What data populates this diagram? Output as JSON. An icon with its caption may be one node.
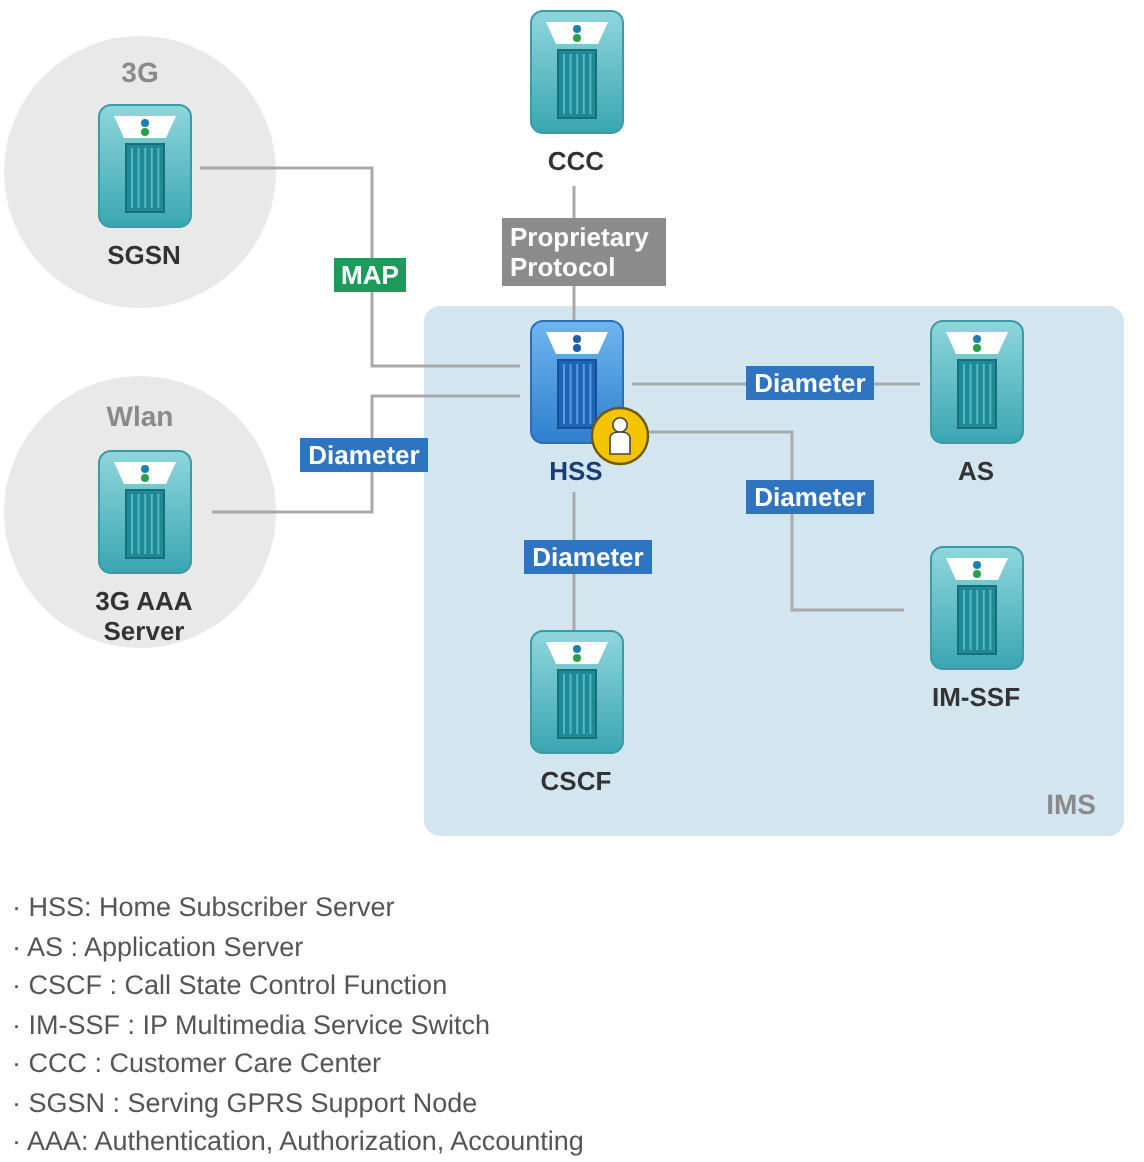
{
  "diagram": {
    "nodes": [
      {
        "text": [
          "3G"
        ]
      },
      {
        "text": [
          "SGSN"
        ],
        "in": 0
      },
      {
        "text": [
          "Wlan"
        ]
      },
      {
        "text": [
          "3G AAA Server"
        ],
        "in": 2
      },
      {
        "text": [
          "IMS"
        ]
      },
      {
        "text": [
          "HSS"
        ],
        "in": 4
      },
      {
        "text": [
          "AS"
        ],
        "in": 4
      },
      {
        "text": [
          "CSCF"
        ],
        "in": 4
      },
      {
        "text": [
          "IM-SSF"
        ],
        "in": 4
      },
      {
        "text": [
          "CCC"
        ]
      }
    ],
    "edges": [
      {
        "from": 1,
        "to": 5,
        "arrow": "none",
        "label": "MAP"
      },
      {
        "from": 3,
        "to": 5,
        "arrow": "none",
        "label": "Diameter"
      },
      {
        "from": 9,
        "to": 5,
        "arrow": "none",
        "label": "Proprietary Protocol"
      },
      {
        "from": 5,
        "to": 6,
        "arrow": "none",
        "label": "Diameter"
      },
      {
        "from": 5,
        "to": 8,
        "arrow": "none",
        "label": "Diameter"
      },
      {
        "from": 5,
        "to": 7,
        "arrow": "none",
        "label": "Diameter"
      }
    ],
    "labels": [
      "· HSS: Home Subscriber Server",
      "· AS : Application Server",
      "· CSCF : Call State Control Function",
      "· IM-SSF : IP Multimedia Service Switch",
      "· CCC : Customer Care Center",
      "· SGSN : Serving GPRS Support Node",
      "· AAA: Authentication, Authorization, Accounting"
    ]
  }
}
